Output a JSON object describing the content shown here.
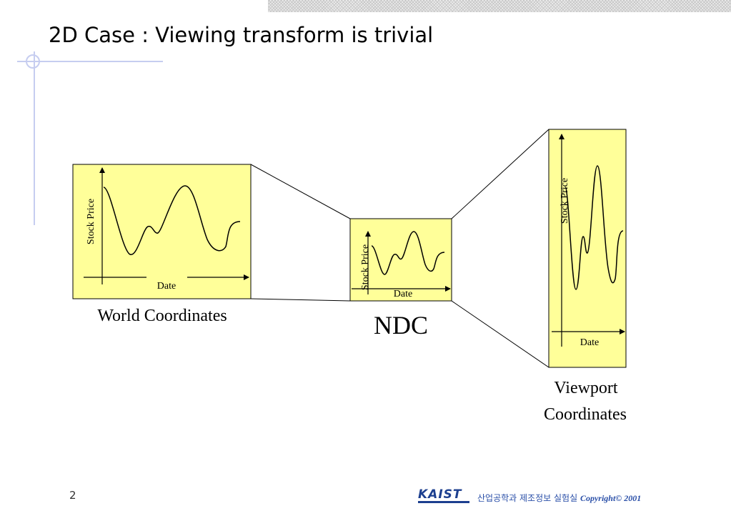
{
  "title": "2D Case : Viewing transform is trivial",
  "panels": {
    "world": {
      "ylabel": "Stock Price",
      "xlabel": "Date",
      "caption": "World Coordinates"
    },
    "ndc": {
      "ylabel": "Stock Price",
      "xlabel": "Date",
      "caption": "NDC"
    },
    "viewport": {
      "ylabel": "Stock Price",
      "xlabel": "Date",
      "caption_line1": "Viewport",
      "caption_line2": "Coordinates"
    }
  },
  "colors": {
    "panel_fill": "#ffff99",
    "logo_blue": "#1c3f8f",
    "footer_blue": "#2a4fa8",
    "accent_line": "#c6cdf0"
  },
  "footer": {
    "page_number": "2",
    "logo": "KAIST",
    "department": "산업공학과 제조정보 실험실",
    "copyright": "Copyright© 2001"
  }
}
